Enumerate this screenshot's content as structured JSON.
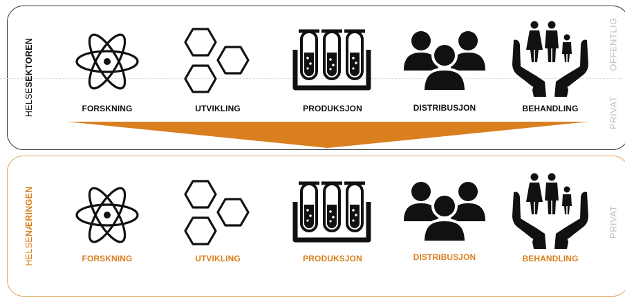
{
  "colors": {
    "accent": "#d97f1f",
    "text_dark": "#111111",
    "muted": "#bfbfbf"
  },
  "top_section": {
    "title_prefix": "HELSE",
    "title_highlight": "SEKTOREN",
    "side_labels": [
      "OFFENTLIG",
      "PRIVAT"
    ]
  },
  "bottom_section": {
    "title_prefix": "HELSE",
    "title_highlight": "NÆRINGEN",
    "side_labels": [
      "PRIVAT"
    ]
  },
  "stages": [
    {
      "label": "FORSKNING",
      "icon": "atom-icon"
    },
    {
      "label": "UTVIKLING",
      "icon": "hexagons-icon"
    },
    {
      "label": "PRODUKSJON",
      "icon": "test-tubes-icon"
    },
    {
      "label": "DISTRIBUSJON",
      "icon": "people-group-icon"
    },
    {
      "label": "BEHANDLING",
      "icon": "family-in-hands-icon"
    }
  ]
}
